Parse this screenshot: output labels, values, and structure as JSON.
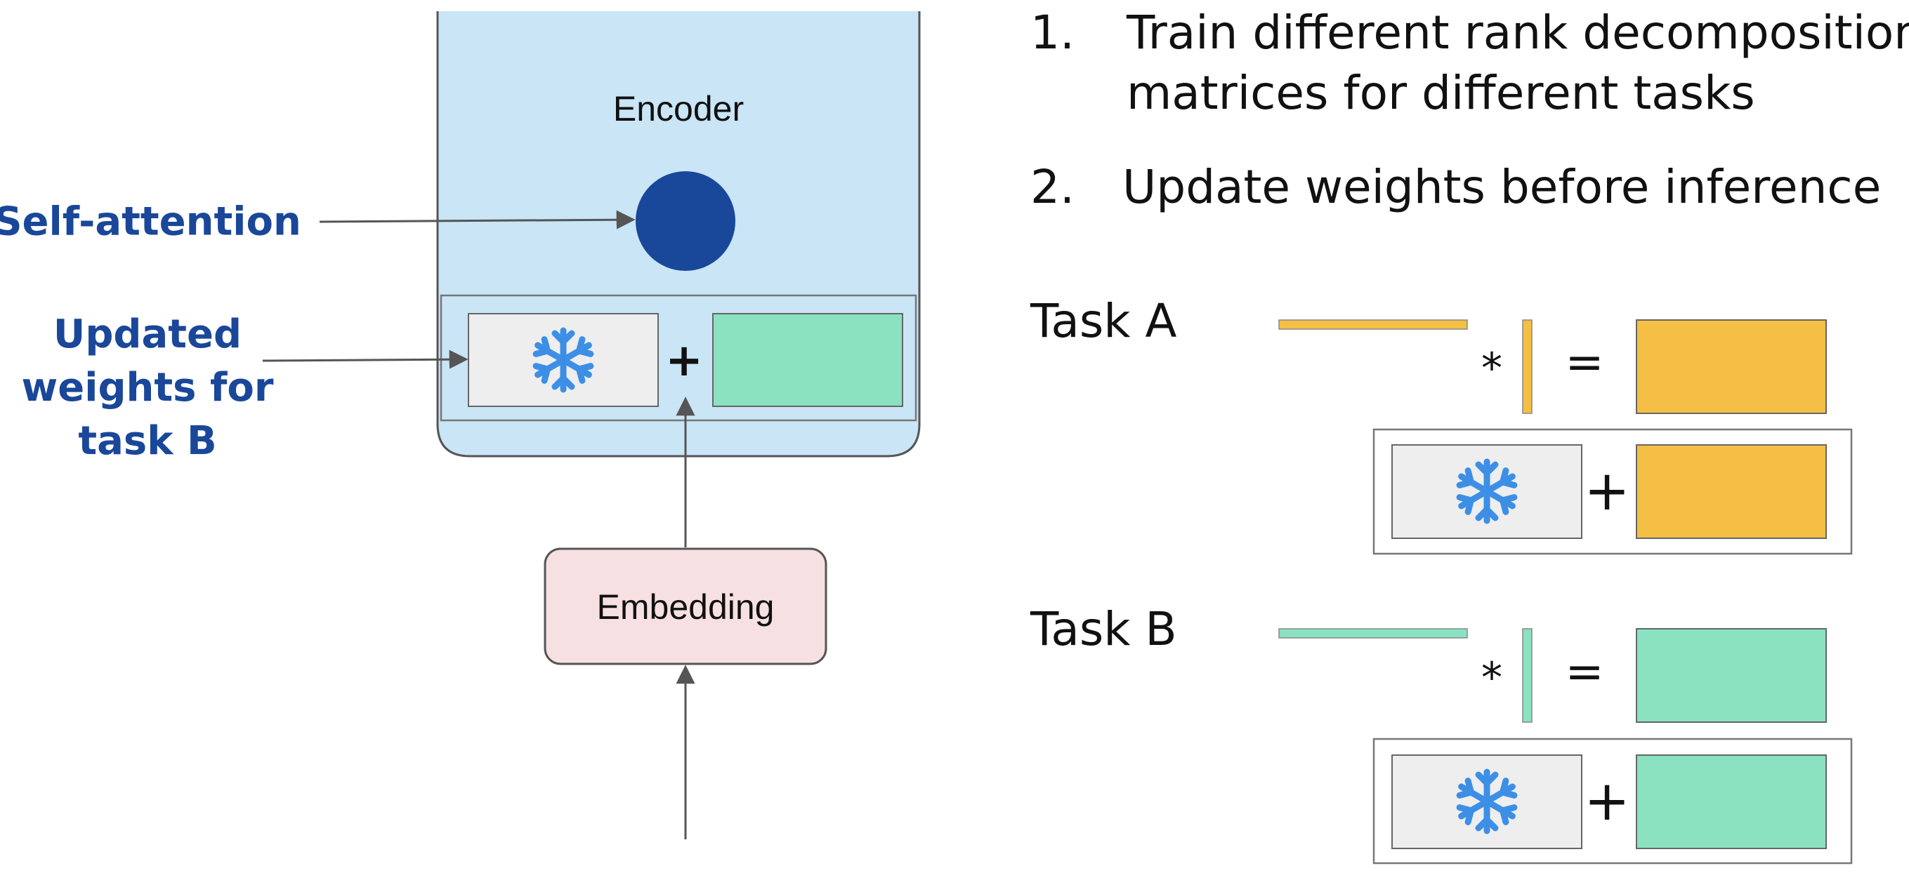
{
  "encoder": {
    "label": "Encoder"
  },
  "embedding": {
    "label": "Embedding"
  },
  "annotations": {
    "self_attention": "Self-attention",
    "updated_weights": [
      "Updated",
      "weights for",
      "task B"
    ]
  },
  "steps": [
    {
      "number": "1.",
      "lines": [
        "Train different rank decomposition",
        "matrices for different tasks"
      ]
    },
    {
      "number": "2.",
      "lines": [
        "Update weights before inference"
      ]
    }
  ],
  "tasks": [
    {
      "label": "Task A",
      "color": "#f4bf44"
    },
    {
      "label": "Task B",
      "color": "#8ae2c0"
    }
  ],
  "operators": {
    "plus": "+",
    "times": "*",
    "equals": "="
  },
  "colors": {
    "encoder_fill": "#c9e5f6",
    "embedding_fill": "#f7e0e2",
    "attention_node": "#19479a",
    "frozen_fill": "#eeeeee",
    "snowflake": "#3d8fe6",
    "annotation_text": "#1a4799",
    "task_b_update": "#8ae2c0"
  },
  "icons": {
    "frozen": "snowflake-icon"
  }
}
